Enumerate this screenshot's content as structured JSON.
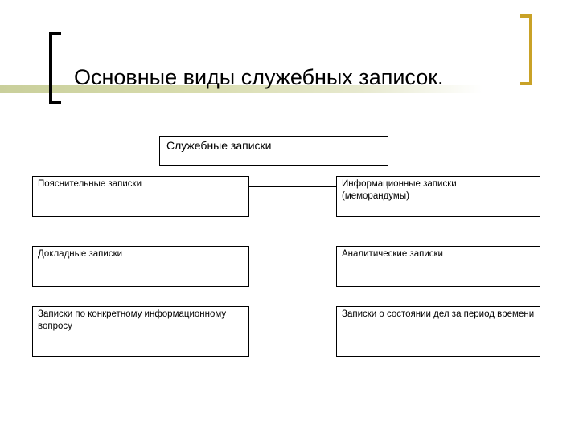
{
  "slide": {
    "title": "Основные виды служебных записок."
  },
  "diagram": {
    "root": "Служебные записки",
    "left": [
      "Пояснительные записки",
      "Докладные записки",
      "Записки по конкретному информационному вопросу"
    ],
    "right": [
      "Информационные записки\n     (меморандумы)",
      "Аналитические записки",
      "Записки о состоянии дел за период времени"
    ]
  },
  "colors": {
    "accent_bar": "#d3d7a6",
    "bracket_left": "#000000",
    "bracket_right": "#c9a227"
  }
}
